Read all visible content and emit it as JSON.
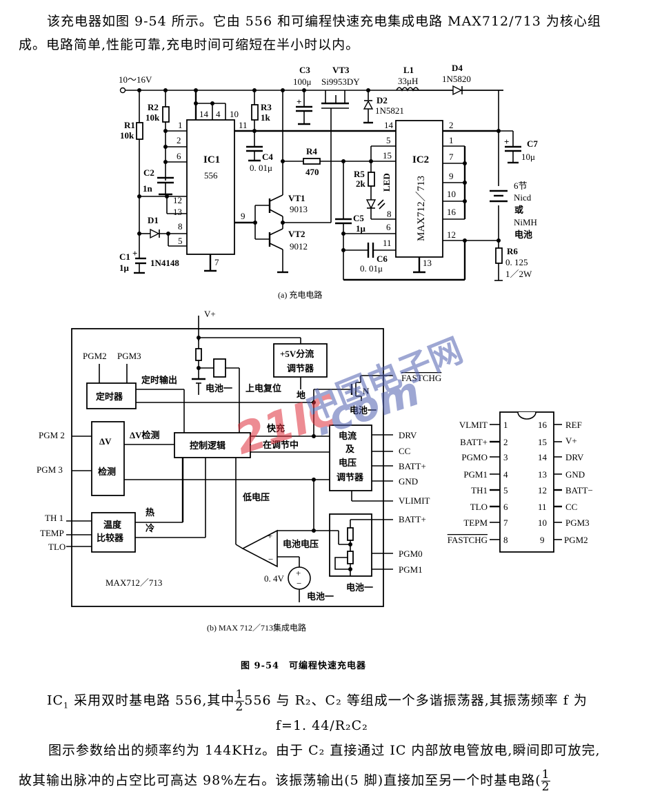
{
  "intro": {
    "line1": "该充电器如图 9-54 所示。它由 556 和可编程快速充电集成电路 MAX712/713 为核心组",
    "line2": "成。电路简单,性能可靠,充电时间可缩短在半小时以内。"
  },
  "figure_a": {
    "caption": "(a) 充电电路",
    "supply": "10～16V",
    "components": {
      "R1": {
        "name": "R1",
        "value": "10k"
      },
      "R2": {
        "name": "R2",
        "value": "10k"
      },
      "R3": {
        "name": "R3",
        "value": "1k"
      },
      "R4": {
        "name": "R4",
        "value": "470"
      },
      "R5": {
        "name": "R5",
        "value": "2k"
      },
      "R6": {
        "name": "R6",
        "value": "0. 125",
        "rating": "1／2W"
      },
      "C1": {
        "name": "C1",
        "value": "1μ"
      },
      "C2": {
        "name": "C2",
        "value": "1n"
      },
      "C3": {
        "name": "C3",
        "value": "100μ"
      },
      "C4": {
        "name": "C4",
        "value": "0. 01μ"
      },
      "C5": {
        "name": "C5",
        "value": "1μ"
      },
      "C6": {
        "name": "C6",
        "value": "0. 01μ"
      },
      "C7": {
        "name": "C7",
        "value": "10μ"
      },
      "L1": {
        "name": "L1",
        "value": "33μH"
      },
      "D1": {
        "name": "D1",
        "value": "1N4148"
      },
      "D2": {
        "name": "D2",
        "value": "1N5821"
      },
      "D4": {
        "name": "D4",
        "value": "1N5820"
      },
      "VT1": {
        "name": "VT1",
        "value": "9013"
      },
      "VT2": {
        "name": "VT2",
        "value": "9012"
      },
      "VT3": {
        "name": "VT3",
        "value": "Si9953DY"
      },
      "IC1": {
        "name": "IC1",
        "value": "556"
      },
      "IC2": {
        "name": "IC2",
        "value": "MAX712／713"
      },
      "LED": {
        "name": "LED"
      }
    },
    "ic1_pins": [
      "14",
      "4",
      "10",
      "1",
      "2",
      "6",
      "11",
      "12",
      "13",
      "8",
      "5",
      "9",
      "7"
    ],
    "ic2_pins": [
      "14",
      "5",
      "15",
      "8",
      "6",
      "11",
      "2",
      "1",
      "7",
      "9",
      "10",
      "16",
      "12",
      "13"
    ],
    "battery_label": [
      "6节",
      "Nicd",
      "或",
      "NiMH",
      "电池"
    ]
  },
  "figure_b": {
    "caption": "(b) MAX 712／713集成电路",
    "chip_label": "MAX712／713",
    "vplus": "V+",
    "blocks": {
      "timer": "定时器",
      "dv_top": "ΔV",
      "dv_bottom": "检测",
      "control": "控制逻辑",
      "temp_line1": "温度",
      "temp_line2": "比较器",
      "shunt_line1": "+5V分流",
      "shunt_line2": "调节器",
      "reg_line1": "电流",
      "reg_line2": "及",
      "reg_line3": "电压",
      "reg_line4": "调节器"
    },
    "signals": {
      "timer_out": "定时输出",
      "dv_detect": "ΔV检测",
      "power_reset": "上电复位",
      "ground": "地",
      "fast_charge": "快充",
      "regulating": "在调节中",
      "low_voltage": "低电压",
      "hot": "热",
      "cold": "冷",
      "batt_voltage": "电池电压",
      "batt_minus": "电池一",
      "ref_voltage": "0. 4V",
      "n_label": "N"
    },
    "inputs_left": [
      "PGM 2",
      "PGM 3",
      "TH 1",
      "TEMP",
      "TLO"
    ],
    "inputs_top": [
      "PGM2",
      "PGM3"
    ],
    "outputs_right": [
      "FASTCHG",
      "DRV",
      "CC",
      "BATT+",
      "GND",
      "VLIMIT",
      "BATT+",
      "PGM0",
      "PGM1"
    ]
  },
  "pinout": {
    "left": [
      {
        "num": "1",
        "label": "VLMIT"
      },
      {
        "num": "2",
        "label": "BATT+"
      },
      {
        "num": "3",
        "label": "PGMO"
      },
      {
        "num": "4",
        "label": "PGM1"
      },
      {
        "num": "5",
        "label": "TH1"
      },
      {
        "num": "6",
        "label": "TLO"
      },
      {
        "num": "7",
        "label": "TEPM"
      },
      {
        "num": "8",
        "label": "FASTCHG"
      }
    ],
    "right": [
      {
        "num": "16",
        "label": "REF"
      },
      {
        "num": "15",
        "label": "V+"
      },
      {
        "num": "14",
        "label": "DRV"
      },
      {
        "num": "13",
        "label": "GND"
      },
      {
        "num": "12",
        "label": "BATT−"
      },
      {
        "num": "11",
        "label": "CC"
      },
      {
        "num": "10",
        "label": "PGM3"
      },
      {
        "num": "9",
        "label": "PGM2"
      }
    ]
  },
  "figure_title": "图 9-54　可编程快速充电器",
  "body": {
    "p1_a": "IC",
    "p1_a_sub": "1",
    "p1_b": " 采用双时基电路 556,其中",
    "frac_num": "1",
    "frac_den": "2",
    "p1_c": "556 与 R₂、C₂ 等组成一个多谐振荡器,其振荡频率 f 为",
    "formula": "f=1. 44/R₂C₂",
    "p2": "图示参数给出的频率约为 144KHz。由于 C₂ 直接通过 IC 内部放电管放电,瞬间即可放完,",
    "p3": "故其输出脉冲的占空比可高达 98%左右。该振荡输出(5 脚)直接加至另一个时基电路(",
    "p3_frac_num": "1",
    "p3_frac_den": "2"
  },
  "watermark": {
    "text_red": "21IC",
    "text_blue_cn": "中国电子网",
    "text_blue": ".com",
    "color_red": "#e0303c",
    "color_blue": "#5060b0"
  }
}
